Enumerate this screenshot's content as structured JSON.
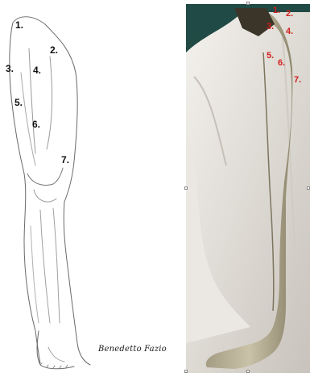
{
  "sketch": {
    "labels": [
      "1.",
      "2.",
      "3.",
      "4.",
      "5.",
      "6.",
      "7."
    ],
    "signature": "Benedetto Fazio"
  },
  "photo": {
    "labels": [
      "1.",
      "2.",
      "3.",
      "4.",
      "5.",
      "6.",
      "7."
    ],
    "label_color": "#d0201c"
  }
}
